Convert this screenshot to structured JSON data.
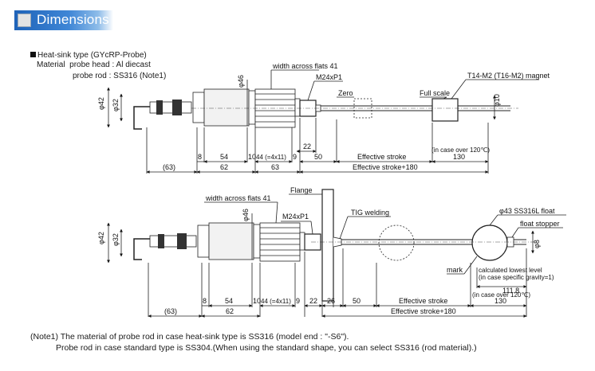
{
  "banner": {
    "title": "Dimensions"
  },
  "header": {
    "type_label": "Heat-sink type (GYcRP-Probe)",
    "material_label": "Material",
    "probe_head": "probe head : Al diecast",
    "probe_rod": "probe rod : SS316 (Note1)"
  },
  "top_drawing": {
    "width_across_flats": "width across flats 41",
    "thread": "M24xP1",
    "zero": "Zero",
    "full_scale": "Full scale",
    "magnet": "T14-M2 (T16-M2) magnet",
    "phi42": "φ42",
    "phi32": "φ32",
    "phi46": "φ46",
    "phi10": "φ10",
    "dim_22": "22",
    "dim_50": "50",
    "effective_stroke": "Effective stroke",
    "over_120": "(in case over 120℃)",
    "dim_130": "130",
    "dim_63_paren": "(63)",
    "dim_8": "8",
    "dim_54": "54",
    "dim_10": "10",
    "dim_44": "44 (=4x11)",
    "dim_9": "9",
    "dim_62": "62",
    "dim_63": "63",
    "effective_stroke_180": "Effective stroke+180"
  },
  "bottom_drawing": {
    "width_across_flats": "width across flats 41",
    "flange": "Flange",
    "thread": "M24xP1",
    "tig_welding": "TIG welding",
    "float": "φ43 SS316L float",
    "float_stopper": "float stopper",
    "mark": "mark",
    "lowest_level": "calculated lowest level",
    "specific_gravity": "(in case specific gravity=1)",
    "dim_111_8": "111.8",
    "over_120": "(in case over 120℃)",
    "dim_130": "130",
    "phi42": "φ42",
    "phi32": "φ32",
    "phi46": "φ46",
    "phi8": "φ8",
    "dim_63_paren": "(63)",
    "dim_8": "8",
    "dim_54": "54",
    "dim_10": "10",
    "dim_44": "44 (=4x11)",
    "dim_9": "9",
    "dim_62": "62",
    "dim_22": "22",
    "dim_26": "26",
    "dim_50": "50",
    "effective_stroke": "Effective stroke",
    "effective_stroke_180": "Effective stroke+180"
  },
  "notes": {
    "note1": "(Note1) The material of probe rod in case heat-sink type is SS316 (model end : \"-S6\").",
    "note2": "Probe rod in case standard type is SS304.(When using the standard shape, you can select SS316 (rod material).)"
  }
}
